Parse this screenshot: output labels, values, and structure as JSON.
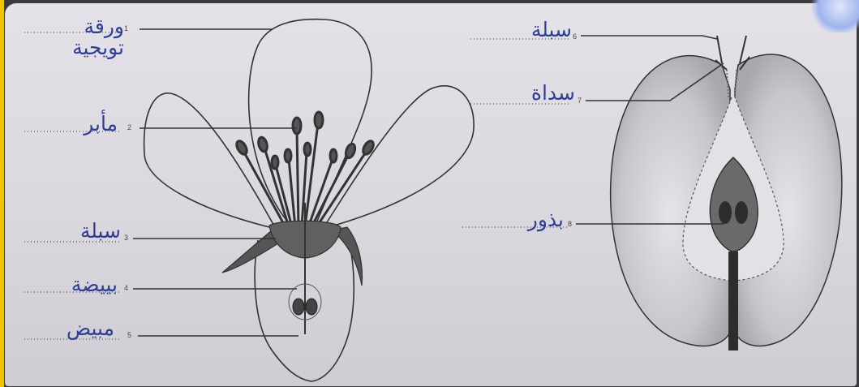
{
  "labels": {
    "petal": {
      "number": "1",
      "text": "ورقة تويجية"
    },
    "anther": {
      "number": "2",
      "text": "مأبر"
    },
    "sepal_flower": {
      "number": "3",
      "text": "سبلة"
    },
    "ovule": {
      "number": "4",
      "text": "بييضة"
    },
    "ovary": {
      "number": "5",
      "text": "مبيض"
    },
    "sepal_fruit": {
      "number": "6",
      "text": "سبلة"
    },
    "receptacle": {
      "number": "7",
      "text": "سداة"
    },
    "seeds": {
      "number": "8",
      "text": "بذور"
    }
  },
  "colors": {
    "handwriting": "#2f3f8f",
    "line": "#333333",
    "highlight_stripe": "#f2c400"
  }
}
